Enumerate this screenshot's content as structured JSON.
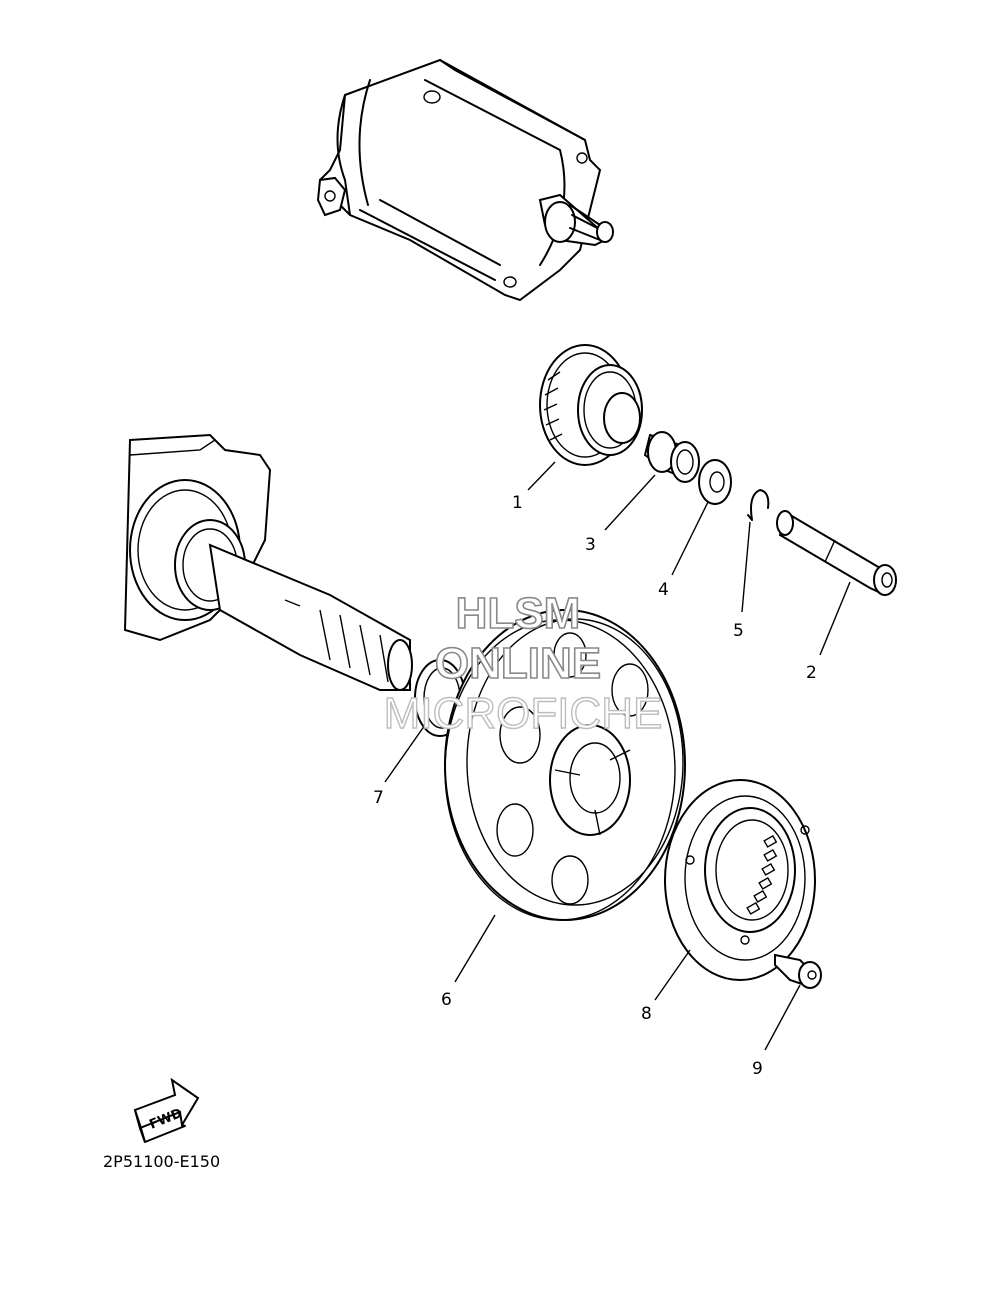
{
  "callouts": [
    {
      "num": "1"
    },
    {
      "num": "2"
    },
    {
      "num": "3"
    },
    {
      "num": "4"
    },
    {
      "num": "5"
    },
    {
      "num": "6"
    },
    {
      "num": "7"
    },
    {
      "num": "8"
    },
    {
      "num": "9"
    }
  ],
  "watermark": {
    "line1": "HLSM",
    "line2": "ONLINE",
    "line3": "MICROFICHE"
  },
  "fwd_label": "FWD",
  "diagram_code": "2P51100-E150",
  "icons": [
    "starter-motor",
    "idler-gear",
    "crankshaft",
    "starter-wheel-gear",
    "one-way-clutch",
    "fwd-arrow-icon"
  ]
}
